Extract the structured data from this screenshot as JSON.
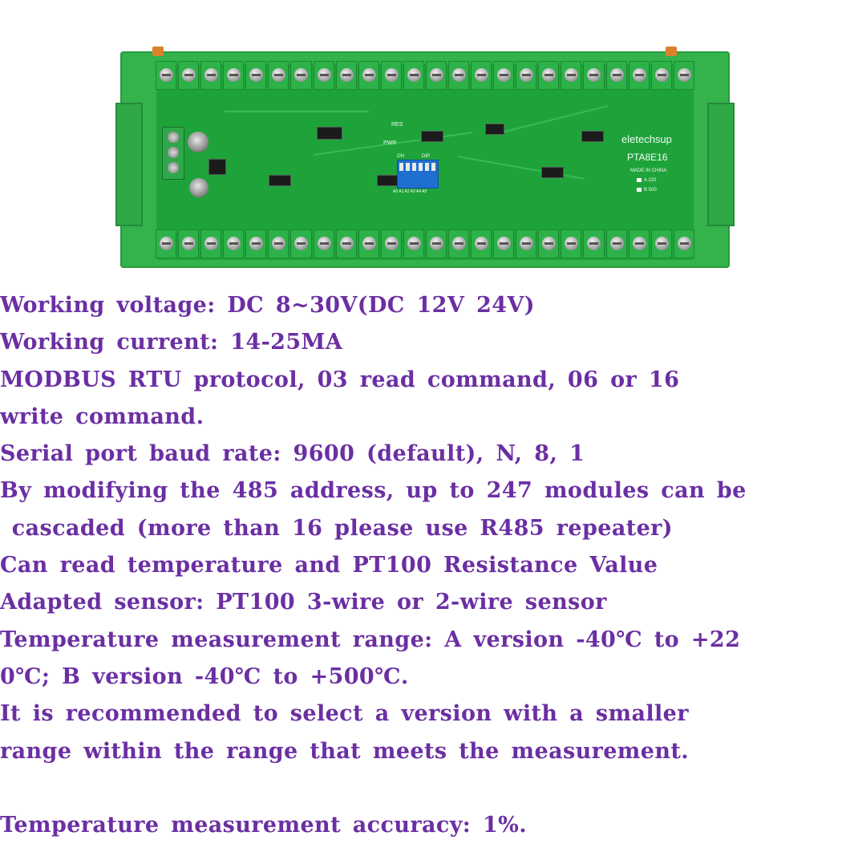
{
  "board": {
    "brand": "eletechsup",
    "model": "PTA8E16",
    "made_in": "MADE IN CHINA",
    "version_a": "A 220",
    "version_b": "B 500",
    "res_label": "RES",
    "pwr_label": "PWR",
    "dip_on_label": "ON",
    "dip_label": "DIP",
    "dip_address": "A0 A1 A2 A3 A4 A5"
  },
  "specs": [
    "Working voltage: DC 8~30V(DC 12V 24V)",
    "Working current: 14-25MA",
    "MODBUS RTU protocol, 03 read command, 06 or 16",
    "write command.",
    "Serial port baud rate: 9600 (default), N, 8, 1",
    "By modifying the 485 address, up to 247 modules can be",
    " cascaded (more than 16 please use R485 repeater)",
    "Can read temperature and PT100 Resistance Value",
    "Adapted sensor: PT100 3-wire or 2-wire sensor",
    "Temperature measurement range: A version -40℃ to +22",
    "0℃; B version -40℃ to +500℃.",
    "It is recommended to select a version with a smaller",
    "range within the range that meets the measurement.",
    "",
    "Temperature measurement accuracy: 1%."
  ]
}
